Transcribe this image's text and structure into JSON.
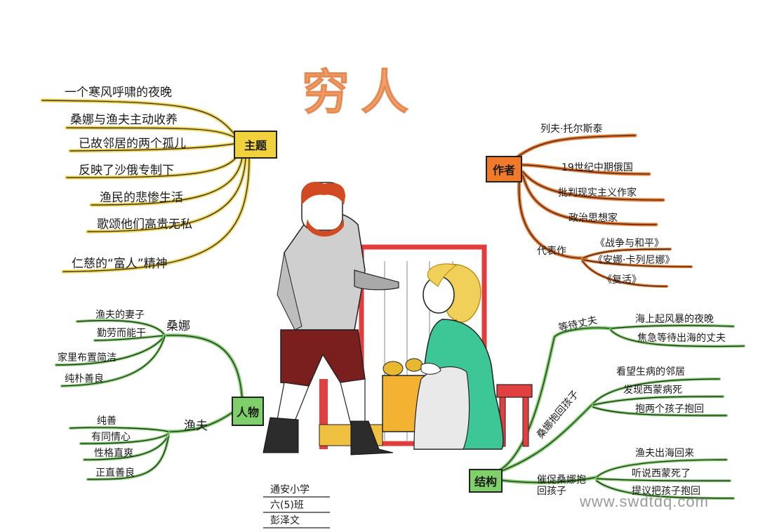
{
  "title": "穷人",
  "watermark": "www.swdtdq.com",
  "theme": {
    "label": "主题",
    "items": [
      "一个寒风呼啸的夜晚",
      "桑娜与渔夫主动收养",
      "已故邻居的两个孤儿",
      "反映了沙俄专制下",
      "渔民的悲惨生活",
      "歌颂他们高贵无私",
      "仁慈的“富人”精神"
    ]
  },
  "author": {
    "label": "作者",
    "items": [
      "列夫·托尔斯泰",
      "19世纪中期俄国",
      "批判现实主义作家",
      "政治思想家"
    ],
    "works_label": "代表作",
    "works": [
      "《战争与和平》",
      "《安娜·卡列尼娜》",
      "《复活》"
    ]
  },
  "characters": {
    "label": "人物",
    "sangna": {
      "label": "桑娜",
      "items": [
        "渔夫的妻子",
        "勤劳而能干",
        "家里布置简洁",
        "纯朴善良"
      ]
    },
    "fisherman": {
      "label": "渔夫",
      "items": [
        "纯善",
        "有同情心",
        "性格直爽",
        "正直善良"
      ]
    }
  },
  "structure": {
    "label": "结构",
    "branches": [
      {
        "label": "等待丈夫",
        "items": [
          "海上起风暴的夜晚",
          "焦急等待出海的丈夫"
        ]
      },
      {
        "label": "桑娜抱回孩子",
        "items": [
          "看望生病的邻居",
          "发现西蒙病死",
          "抱两个孩子抱回"
        ]
      },
      {
        "label": "催促桑娜抱回孩子",
        "items": [
          "渔夫出海回来",
          "听说西蒙死了",
          "提议把孩子抱回"
        ]
      }
    ]
  },
  "signature": [
    "通安小学",
    "六(5)班",
    "彭泽文"
  ],
  "colors": {
    "theme": "#f2d23c",
    "author": "#f07a2a",
    "characters": "#7fcf6a",
    "structure": "#7fcf6a",
    "title": "#f3a06a"
  }
}
